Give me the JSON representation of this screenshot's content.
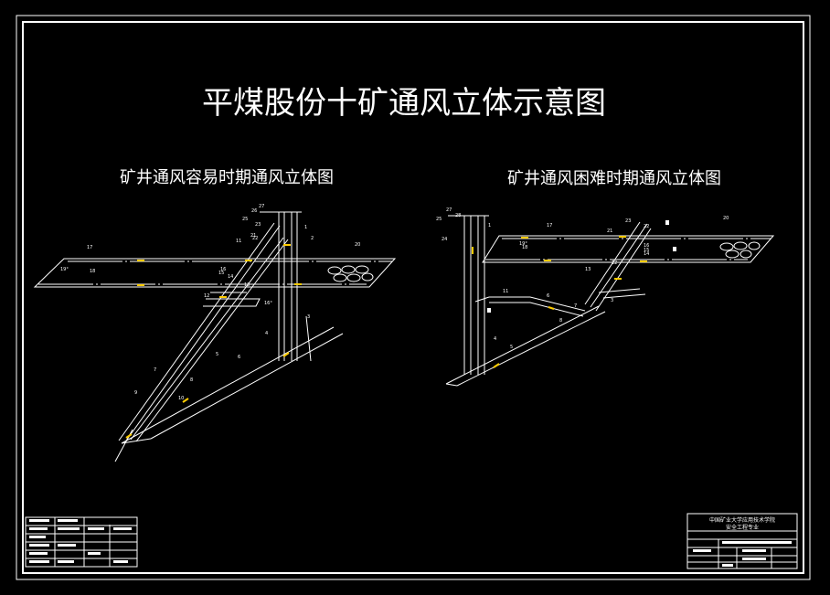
{
  "drawing": {
    "title": "平煤股份十矿通风立体示意图",
    "left_subtitle": "矿井通风容易时期通风立体图",
    "right_subtitle": "矿井通风困难时期通风立体图"
  },
  "left_diagram": {
    "labels": [
      "27",
      "26",
      "25",
      "23",
      "22",
      "1",
      "2",
      "21",
      "11",
      "20",
      "17",
      "16",
      "15",
      "14",
      "13",
      "19°",
      "18",
      "12",
      "3",
      "4",
      "5",
      "6",
      "7",
      "8",
      "9",
      "10",
      "16°"
    ]
  },
  "right_diagram": {
    "labels": [
      "27",
      "28",
      "25",
      "24",
      "1",
      "17",
      "23",
      "22",
      "21",
      "20",
      "16",
      "15",
      "14",
      "13",
      "19°",
      "18",
      "12",
      "11",
      "3",
      "4",
      "5",
      "6",
      "7",
      "8"
    ]
  },
  "title_block": {
    "line1": "中国矿业大学应用技术学院",
    "line2": "安全工程专业"
  },
  "colors": {
    "background": "#000000",
    "lines": "#ffffff",
    "arrows": "#ffcc00"
  }
}
